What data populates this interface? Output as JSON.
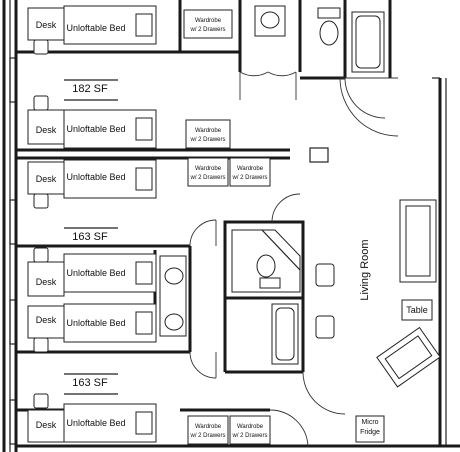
{
  "labels": {
    "desk": "Desk",
    "bed": "Unloftable Bed",
    "wardrobe_line1": "Wardrobe",
    "wardrobe_line2": "w/ 2 Drawers",
    "area_room1": "182 SF",
    "area_room2": "163 SF",
    "area_room3": "163 SF",
    "living_room": "Living Room",
    "table": "Table",
    "micro_line1": "Micro",
    "micro_line2": "Fridge"
  }
}
